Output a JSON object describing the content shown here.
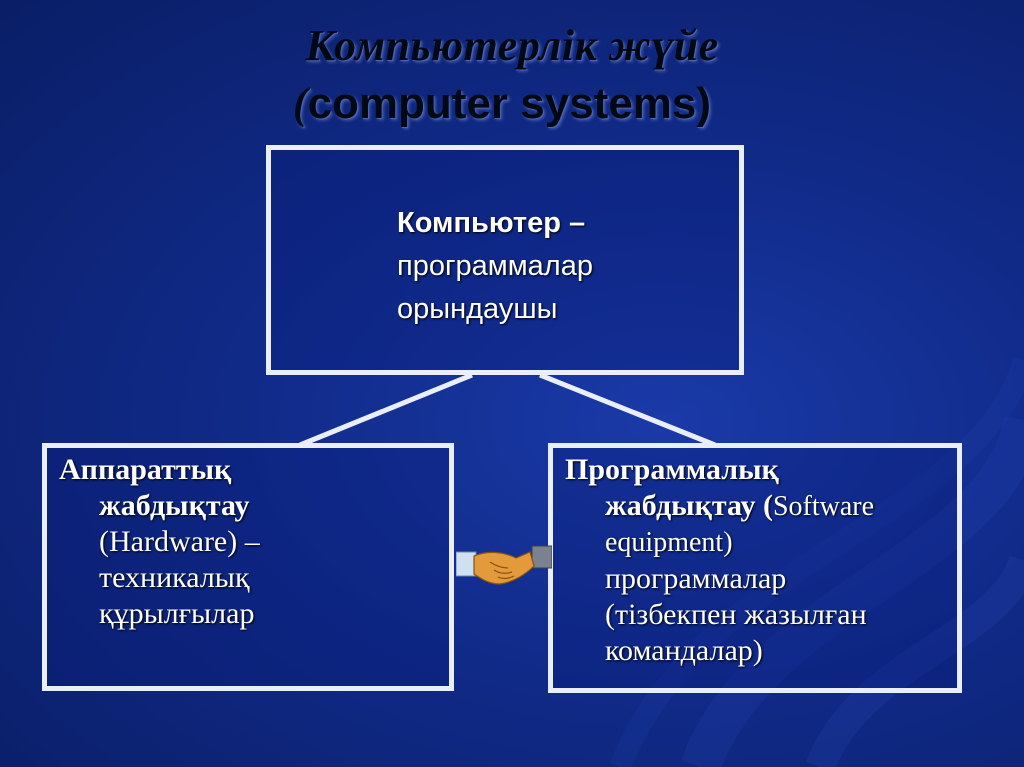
{
  "title": {
    "line1": "Компьютерлік жүйе",
    "line2_paren_open": "(",
    "line2_main": "computer systems)"
  },
  "top_box": {
    "line1": "Компьютер –",
    "line2": "программалар",
    "line3": "орындаушы"
  },
  "left_box": {
    "line1": "Аппараттық",
    "line2": "жабдықтау",
    "line3": "(Hardware) –",
    "line4": "техникалық",
    "line5": "құрылғылар"
  },
  "right_box": {
    "line1": "Программалық",
    "line2_bold": "жабдықтау (",
    "line2_rest": "Software",
    "line3": "equipment)",
    "line4": "программалар",
    "line5": "(тізбекпен жазылған",
    "line6": "командалар)"
  },
  "colors": {
    "background": "#102a88",
    "box_border": "#e9eef8",
    "text": "#ffffff"
  },
  "icons": [
    "handshake-icon"
  ]
}
